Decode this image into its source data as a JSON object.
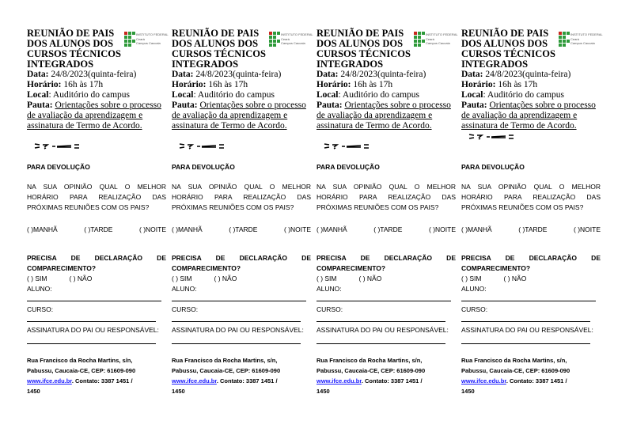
{
  "card": {
    "title": "REUNIÃO DE PAIS DOS ALUNOS DOS CURSOS TÉCNICOS INTEGRADOS",
    "logo_text": [
      "INSTITUTO FEDERAL",
      "Ceará",
      "Campus Caucaia"
    ],
    "date_label": "Data:",
    "date_value": "24/8/2023(quinta-feira)",
    "time_label": "Horário:",
    "time_value": "16h às 17h",
    "place_label": "Local",
    "place_value": ": Auditório do campus",
    "agenda_label": "Pauta:",
    "agenda_lines": [
      "Orientações sobre o processo",
      "de avaliação da aprendizagem e",
      "assinatura de Termo de Acordo."
    ],
    "return_heading": "PARA DEVOLUÇÃO",
    "question_lines": [
      "NA SUA OPINIÃO QUAL O MELHOR",
      "HORÁRIO PARA REALIZAÇÃO DAS",
      "PRÓXIMAS REUNIÕES COM OS PAIS?"
    ],
    "options": [
      "(  )MANHÃ",
      "(  )TARDE",
      "(  )NOITE"
    ],
    "declaration_lines": [
      "PRECISA DE DECLARAÇÃO DE",
      "COMPARECIMENTO?"
    ],
    "yes": "(  ) SIM",
    "no": "(  ) NÃO",
    "student_label": "ALUNO:",
    "course_label": "CURSO:",
    "signature_label": "ASSINATURA DO PAI OU RESPONSÁVEL:",
    "address_line1": "Rua Francisco da Rocha Martins, s/n,",
    "address_line2": "Pabussu, Caucaia-CE, CEP: 61609-090",
    "website": "www.ifce.edu.br",
    "contact": ". Contato: 3387 1451 /",
    "contact_end": "1450"
  }
}
